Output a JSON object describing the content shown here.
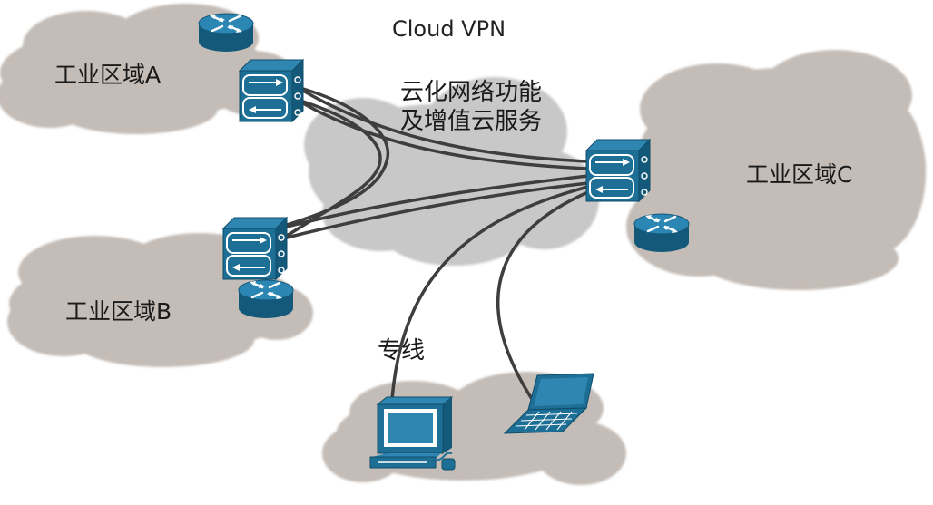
{
  "title": "Cloud VPN",
  "center_cloud": {
    "line1": "云化网络功能",
    "line2": "及增值云服务"
  },
  "zones": {
    "a": "工业区域A",
    "b": "工业区域B",
    "c": "工业区域C"
  },
  "dedicated_line": "专线",
  "colors": {
    "zone_cloud": "#c4bcb6",
    "center_cloud": "#c8c8c8",
    "device_blue": "#1d6f96",
    "link_line": "#444444"
  }
}
